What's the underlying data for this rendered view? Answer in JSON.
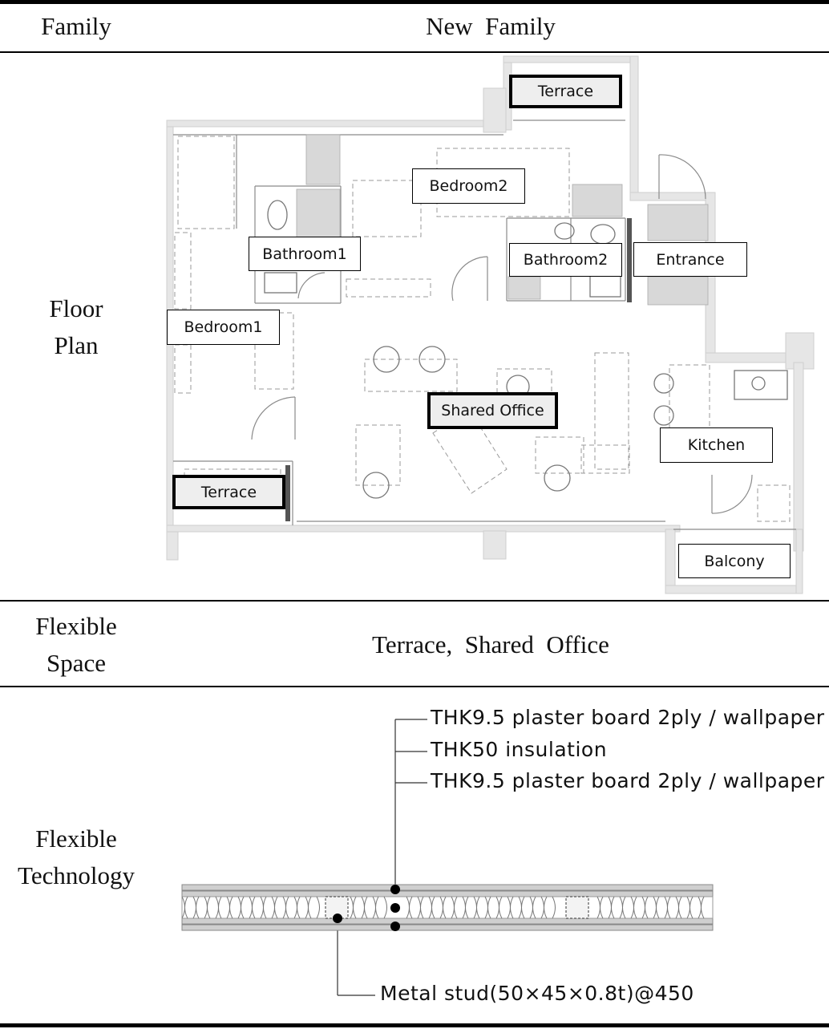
{
  "header": {
    "family_label": "Family",
    "value": "New  Family"
  },
  "floor_plan": {
    "row_label_line1": "Floor",
    "row_label_line2": "Plan",
    "rooms": [
      {
        "label": "Terrace",
        "highlight": true
      },
      {
        "label": "Bedroom2",
        "highlight": false
      },
      {
        "label": "Bathroom1",
        "highlight": false
      },
      {
        "label": "Bathroom2",
        "highlight": false
      },
      {
        "label": "Entrance",
        "highlight": false
      },
      {
        "label": "Bedroom1",
        "highlight": false
      },
      {
        "label": "Shared Office",
        "highlight": true
      },
      {
        "label": "Kitchen",
        "highlight": false
      },
      {
        "label": "Terrace",
        "highlight": true
      },
      {
        "label": "Balcony",
        "highlight": false
      }
    ]
  },
  "flexible_space": {
    "row_label_line1": "Flexible",
    "row_label_line2": "Space",
    "value": "Terrace,  Shared  Office"
  },
  "flexible_technology": {
    "row_label_line1": "Flexible",
    "row_label_line2": "Technology",
    "layers": [
      "THK9.5 plaster board 2ply / wallpaper",
      "THK50 insulation",
      "THK9.5 plaster board 2ply / wallpaper"
    ],
    "stud_note": "Metal stud(50×45×0.8t)@450"
  }
}
